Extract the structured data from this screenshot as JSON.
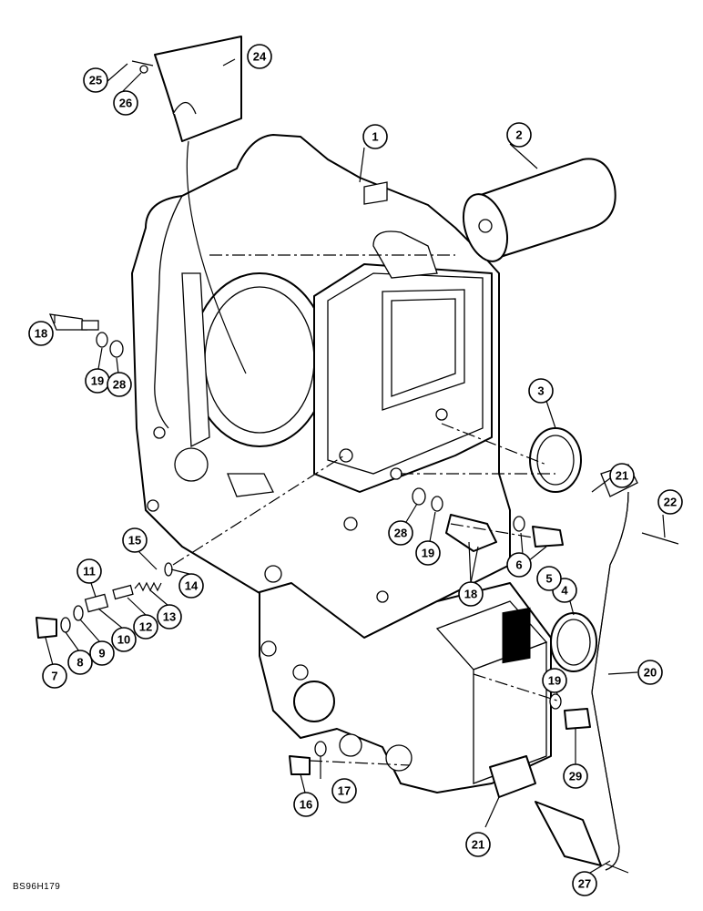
{
  "figure": {
    "code": "BS96H179",
    "callouts": [
      "1",
      "2",
      "3",
      "4",
      "5",
      "6",
      "7",
      "8",
      "9",
      "10",
      "11",
      "12",
      "13",
      "14",
      "15",
      "16",
      "17",
      "18",
      "18",
      "19",
      "19",
      "19",
      "20",
      "21",
      "21",
      "22",
      "24",
      "25",
      "26",
      "27",
      "28",
      "28",
      "29"
    ]
  }
}
